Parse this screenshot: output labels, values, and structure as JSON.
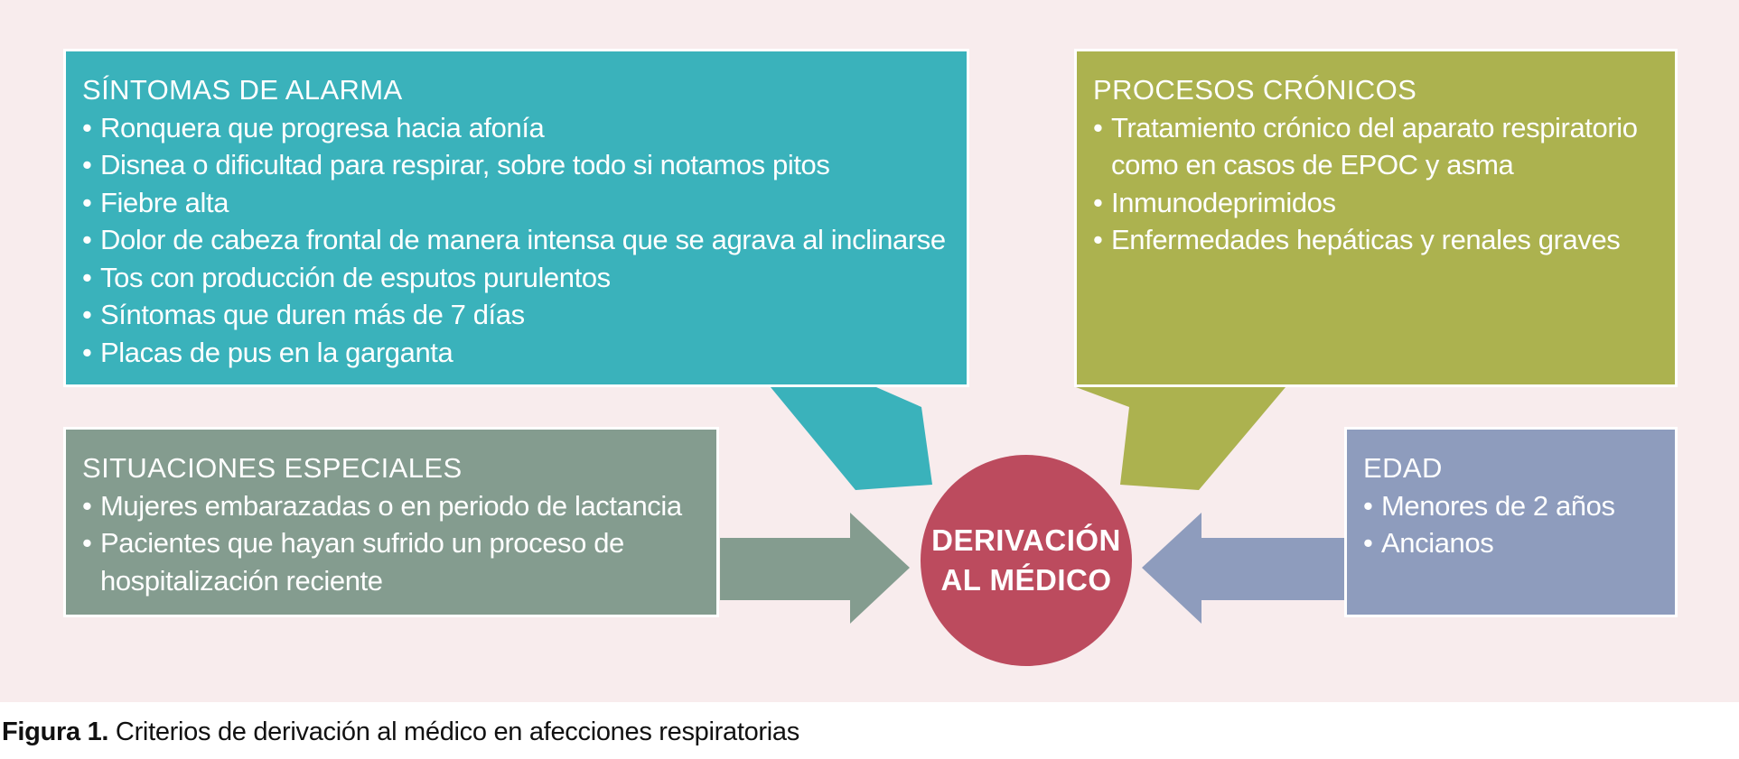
{
  "colors": {
    "background": "#f8eced",
    "alarma": "#3ab2bb",
    "cronicos": "#acb24f",
    "especiales": "#849c8f",
    "edad": "#8e9cbd",
    "center": "#bc4b5e"
  },
  "center": {
    "line1": "DERIVACIÓN",
    "line2": "AL MÉDICO"
  },
  "boxes": {
    "alarma": {
      "title": "SÍNTOMAS DE ALARMA",
      "items": [
        "Ronquera que progresa hacia afonía",
        "Disnea o dificultad para respirar, sobre todo si notamos pitos",
        "Fiebre alta",
        "Dolor de cabeza frontal de manera intensa que se agrava al inclinarse",
        "Tos con producción de esputos purulentos",
        "Síntomas que duren más de 7 días",
        "Placas de pus en la garganta"
      ]
    },
    "cronicos": {
      "title": "PROCESOS CRÓNICOS",
      "items": [
        "Tratamiento crónico del aparato respiratorio como en casos de EPOC y asma",
        "Inmunodeprimidos",
        "Enfermedades hepáticas y renales graves"
      ]
    },
    "especiales": {
      "title": "SITUACIONES ESPECIALES",
      "items": [
        "Mujeres embarazadas o en periodo de lactancia",
        "Pacientes que hayan sufrido un proceso de hospitalización reciente"
      ]
    },
    "edad": {
      "title": "EDAD",
      "items": [
        "Menores de 2 años",
        "Ancianos"
      ]
    }
  },
  "caption": {
    "label": "Figura 1.",
    "text": " Criterios de derivación al médico en afecciones respiratorias"
  }
}
